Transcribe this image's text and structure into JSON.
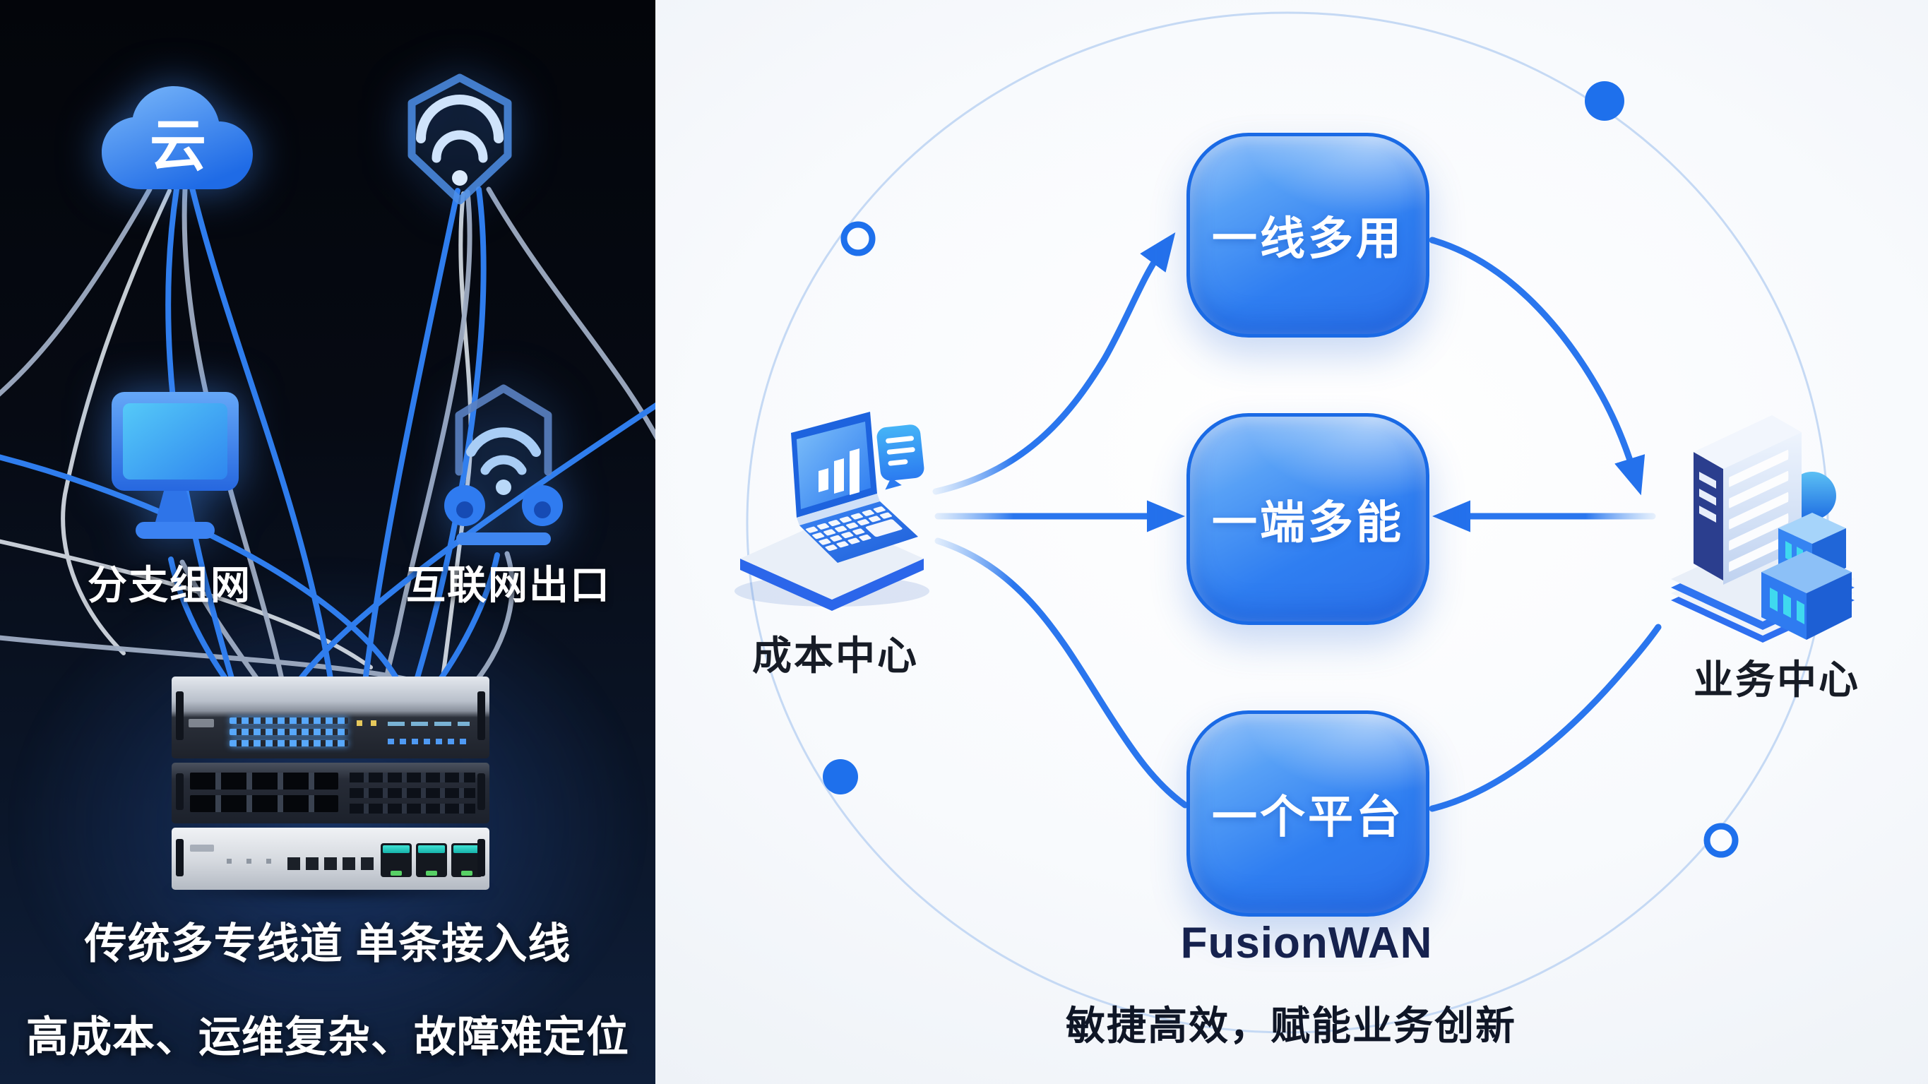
{
  "left_panel": {
    "cloud_icon_label": "云",
    "branch_network_label": "分支组网",
    "internet_exit_label": "互联网出口",
    "caption_line1": "传统多专线道 单条接入线",
    "caption_line2": "高成本、运维复杂、故障难定位"
  },
  "right_panel": {
    "cost_center_label": "成本中心",
    "business_center_label": "业务中心",
    "feature_boxes": [
      {
        "label": "一线多用"
      },
      {
        "label": "一端多能"
      },
      {
        "label": "一个平台"
      }
    ],
    "product_name": "FusionWAN",
    "slogan": "敏捷高效，赋能业务创新"
  },
  "colors": {
    "accent_blue": "#2a76ee",
    "box_border_blue": "#1a6ae5",
    "arc_light_blue": "#c5d9f4",
    "dark_panel_bg": "#060a13",
    "light_panel_bg": "#f2f5fa"
  }
}
